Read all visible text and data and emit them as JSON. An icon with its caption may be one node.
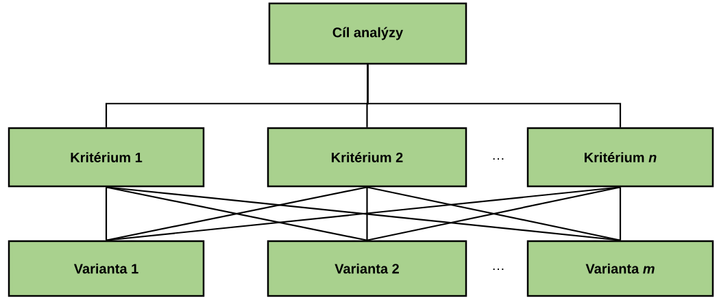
{
  "diagram": {
    "nodes": [
      {
        "text": [
          "Cíl analýzy"
        ]
      },
      {
        "text": [
          "Kritérium 1"
        ]
      },
      {
        "text": [
          "Kritérium 2"
        ]
      },
      {
        "text": [
          "Kritérium *n*"
        ]
      },
      {
        "text": [
          "Varianta 1"
        ]
      },
      {
        "text": [
          "Varianta 2"
        ]
      },
      {
        "text": [
          "Varianta *m*"
        ]
      }
    ],
    "edges": [
      {
        "from": 0,
        "to": 1,
        "arrow": "none"
      },
      {
        "from": 0,
        "to": 2,
        "arrow": "none"
      },
      {
        "from": 0,
        "to": 3,
        "arrow": "none"
      },
      {
        "from": 1,
        "to": 4,
        "arrow": "none"
      },
      {
        "from": 1,
        "to": 5,
        "arrow": "none"
      },
      {
        "from": 1,
        "to": 6,
        "arrow": "none"
      },
      {
        "from": 2,
        "to": 4,
        "arrow": "none"
      },
      {
        "from": 2,
        "to": 5,
        "arrow": "none"
      },
      {
        "from": 2,
        "to": 6,
        "arrow": "none"
      },
      {
        "from": 3,
        "to": 4,
        "arrow": "none"
      },
      {
        "from": 3,
        "to": 5,
        "arrow": "none"
      },
      {
        "from": 3,
        "to": 6,
        "arrow": "none"
      }
    ],
    "labels": [
      "…",
      "…"
    ]
  }
}
